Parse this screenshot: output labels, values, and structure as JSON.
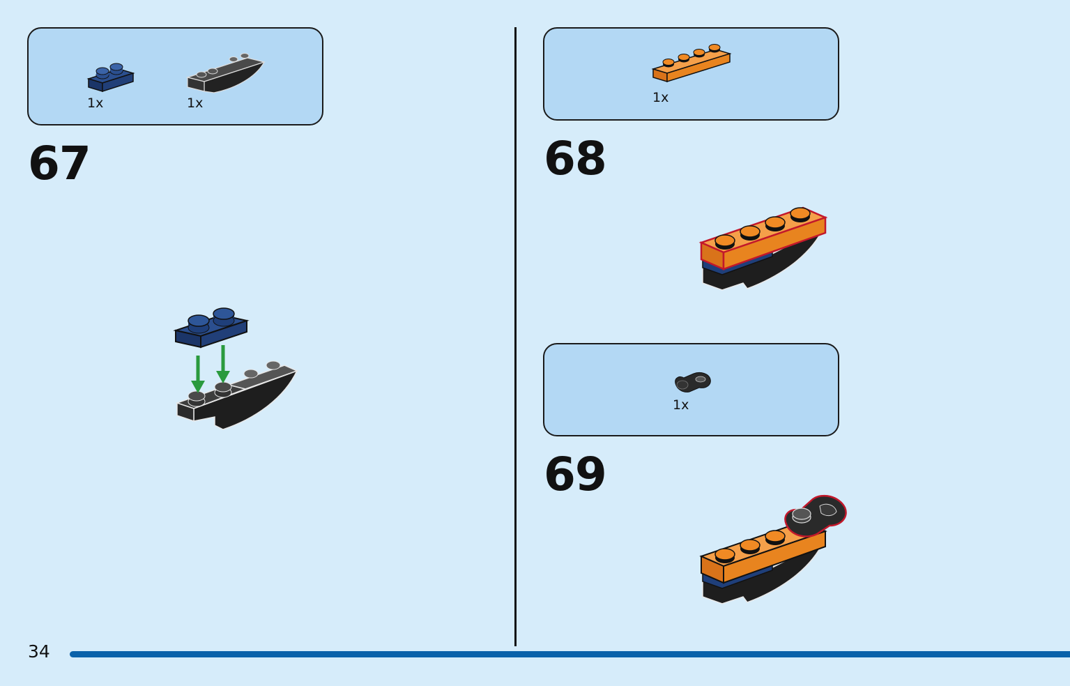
{
  "page": {
    "number": "34"
  },
  "colors": {
    "background": "#d6ecfa",
    "parts_box": "#b3d8f4",
    "dark_blue_brick": "#1f3f7a",
    "black_brick": "#2a2a2a",
    "orange_brick": "#f08a24",
    "arrow_green": "#2a9a3e",
    "highlight_red": "#c2182b",
    "progress_bar": "#0a62aa"
  },
  "steps": [
    {
      "number": "67",
      "parts": [
        {
          "icon": "dark-blue-plate-1x2-icon",
          "qty": "1x"
        },
        {
          "icon": "black-curved-slope-icon",
          "qty": "1x"
        }
      ]
    },
    {
      "number": "68",
      "parts": [
        {
          "icon": "orange-plate-1x4-icon",
          "qty": "1x"
        }
      ]
    },
    {
      "number": "69",
      "parts": [
        {
          "icon": "black-clip-plate-icon",
          "qty": "1x"
        }
      ]
    }
  ]
}
